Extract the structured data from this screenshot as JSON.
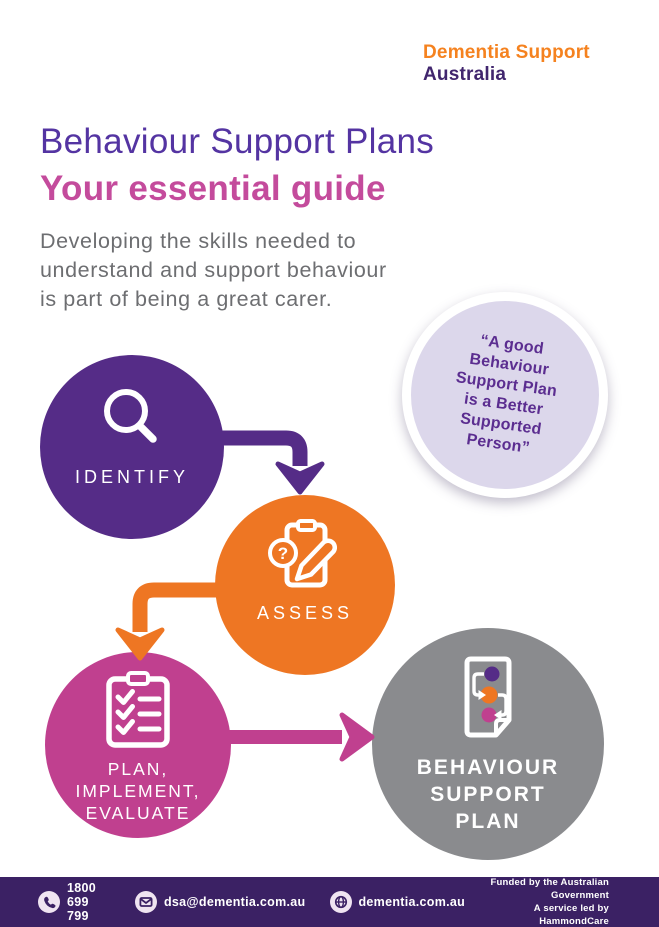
{
  "logo": {
    "line1": "Dementia Support",
    "line2": "Australia",
    "line1_color": "#F5821F",
    "line2_color": "#41266E"
  },
  "title": {
    "main": "Behaviour Support Plans",
    "sub": "Your essential guide",
    "main_color": "#5434A2",
    "sub_color": "#C44B9C"
  },
  "intro": {
    "lines": [
      "Developing the skills needed to",
      "understand and support behaviour",
      "is part of being a great carer."
    ],
    "color": "#6D6E71"
  },
  "quote": {
    "lines": [
      "“A good",
      "Behaviour",
      "Support Plan",
      "is a Better",
      "Supported",
      "Person”"
    ],
    "text_color": "#5B2D90",
    "fill_color": "#DCD7EB"
  },
  "diagram": {
    "steps": [
      {
        "name": "identify",
        "icon": "magnifier-icon",
        "color": "#552C87",
        "label_lines": [
          "IDENTIFY"
        ]
      },
      {
        "name": "assess",
        "icon": "clipboard-question-pencil-icon",
        "color": "#EE7623",
        "label_lines": [
          "ASSESS"
        ]
      },
      {
        "name": "plan-implement-evaluate",
        "icon": "clipboard-checklist-icon",
        "color": "#C0408F",
        "label_lines": [
          "PLAN,",
          "IMPLEMENT,",
          "EVALUATE"
        ]
      },
      {
        "name": "behaviour-support-plan",
        "icon": "document-flow-icon",
        "color": "#8A8B8E",
        "label_lines": [
          "BEHAVIOUR",
          "SUPPORT",
          "PLAN"
        ]
      }
    ]
  },
  "footer": {
    "phone": "1800 699 799",
    "email": "dsa@dementia.com.au",
    "website": "dementia.com.au",
    "funding_line1": "Funded by the Australian Government",
    "funding_line2": "A service led by HammondCare",
    "background": "#3B2164"
  }
}
